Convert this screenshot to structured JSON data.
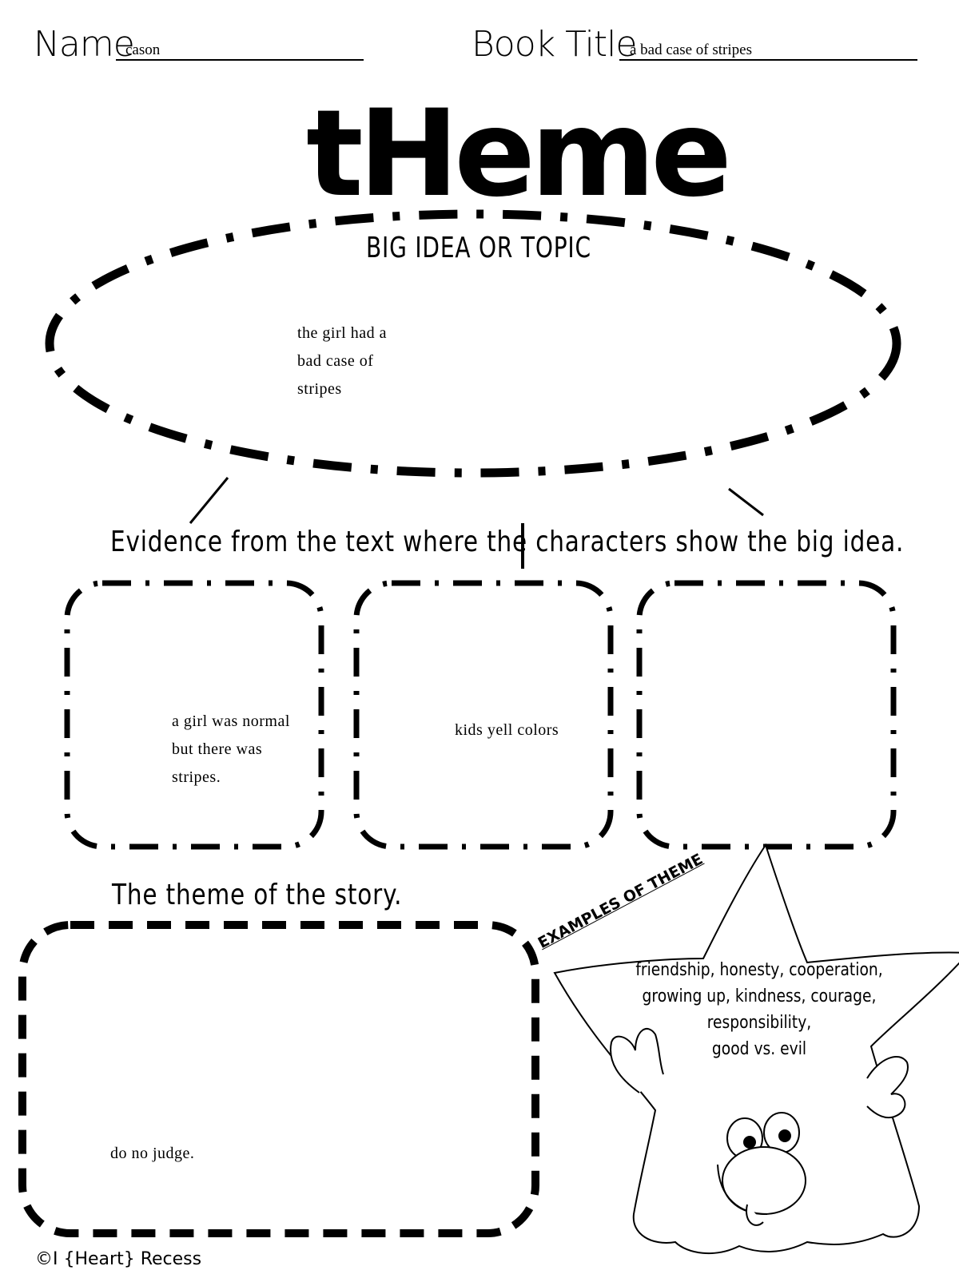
{
  "header": {
    "name_label": "Name",
    "name_value": "cason",
    "book_label": "Book Title",
    "book_value": "a bad case of stripes"
  },
  "title": "tHeme",
  "subtitle": "BIG IDEA OR TOPIC",
  "big_idea": {
    "lines": [
      "the girl had a",
      "bad case of",
      "stripes"
    ]
  },
  "evidence_prompt": "Evidence from the text where the characters show the big idea.",
  "evidence": [
    {
      "lines": [
        "a girl was normal",
        "but there was",
        "stripes."
      ]
    },
    {
      "lines": [
        "kids yell colors"
      ]
    },
    {
      "lines": []
    }
  ],
  "theme_prompt": "The theme of the story.",
  "theme_answer": "do no judge.",
  "examples_heading": "EXAMPLES OF THEME",
  "examples_lines": [
    "friendship, honesty, cooperation,",
    "growing up, kindness, courage,",
    "responsibility,",
    "good vs. evil"
  ],
  "copyright": "©I {Heart} Recess"
}
